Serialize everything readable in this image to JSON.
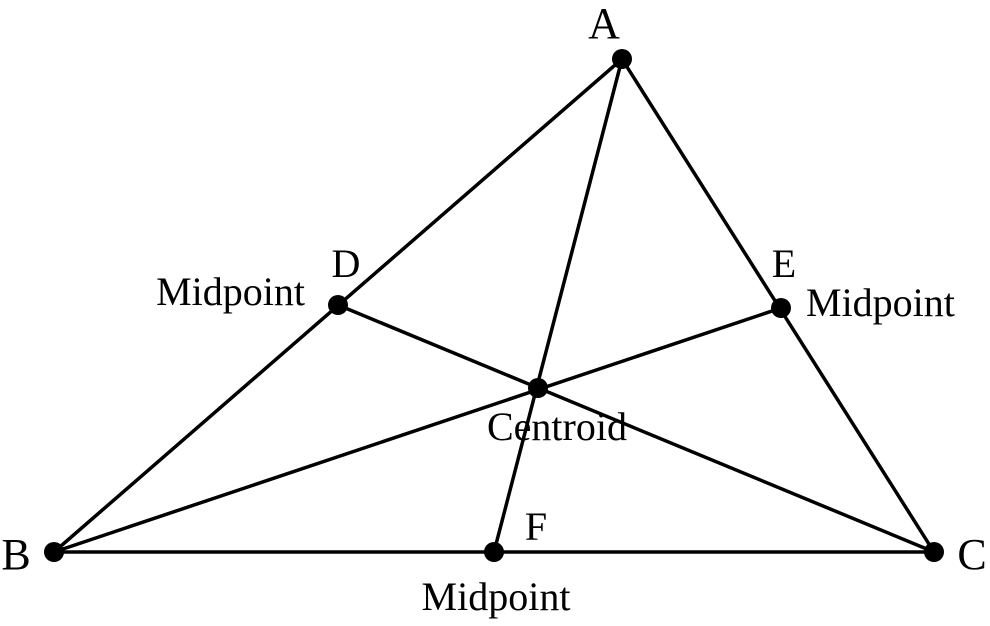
{
  "diagram": {
    "vertices": {
      "A": {
        "label": "A"
      },
      "B": {
        "label": "B"
      },
      "C": {
        "label": "C"
      }
    },
    "midpoints": {
      "D": {
        "letter": "D",
        "caption": "Midpoint"
      },
      "E": {
        "letter": "E",
        "caption": "Midpoint"
      },
      "F": {
        "letter": "F",
        "caption": "Midpoint"
      }
    },
    "centroid": {
      "caption": "Centroid"
    },
    "colors": {
      "ink": "#000000",
      "background": "#ffffff"
    }
  }
}
